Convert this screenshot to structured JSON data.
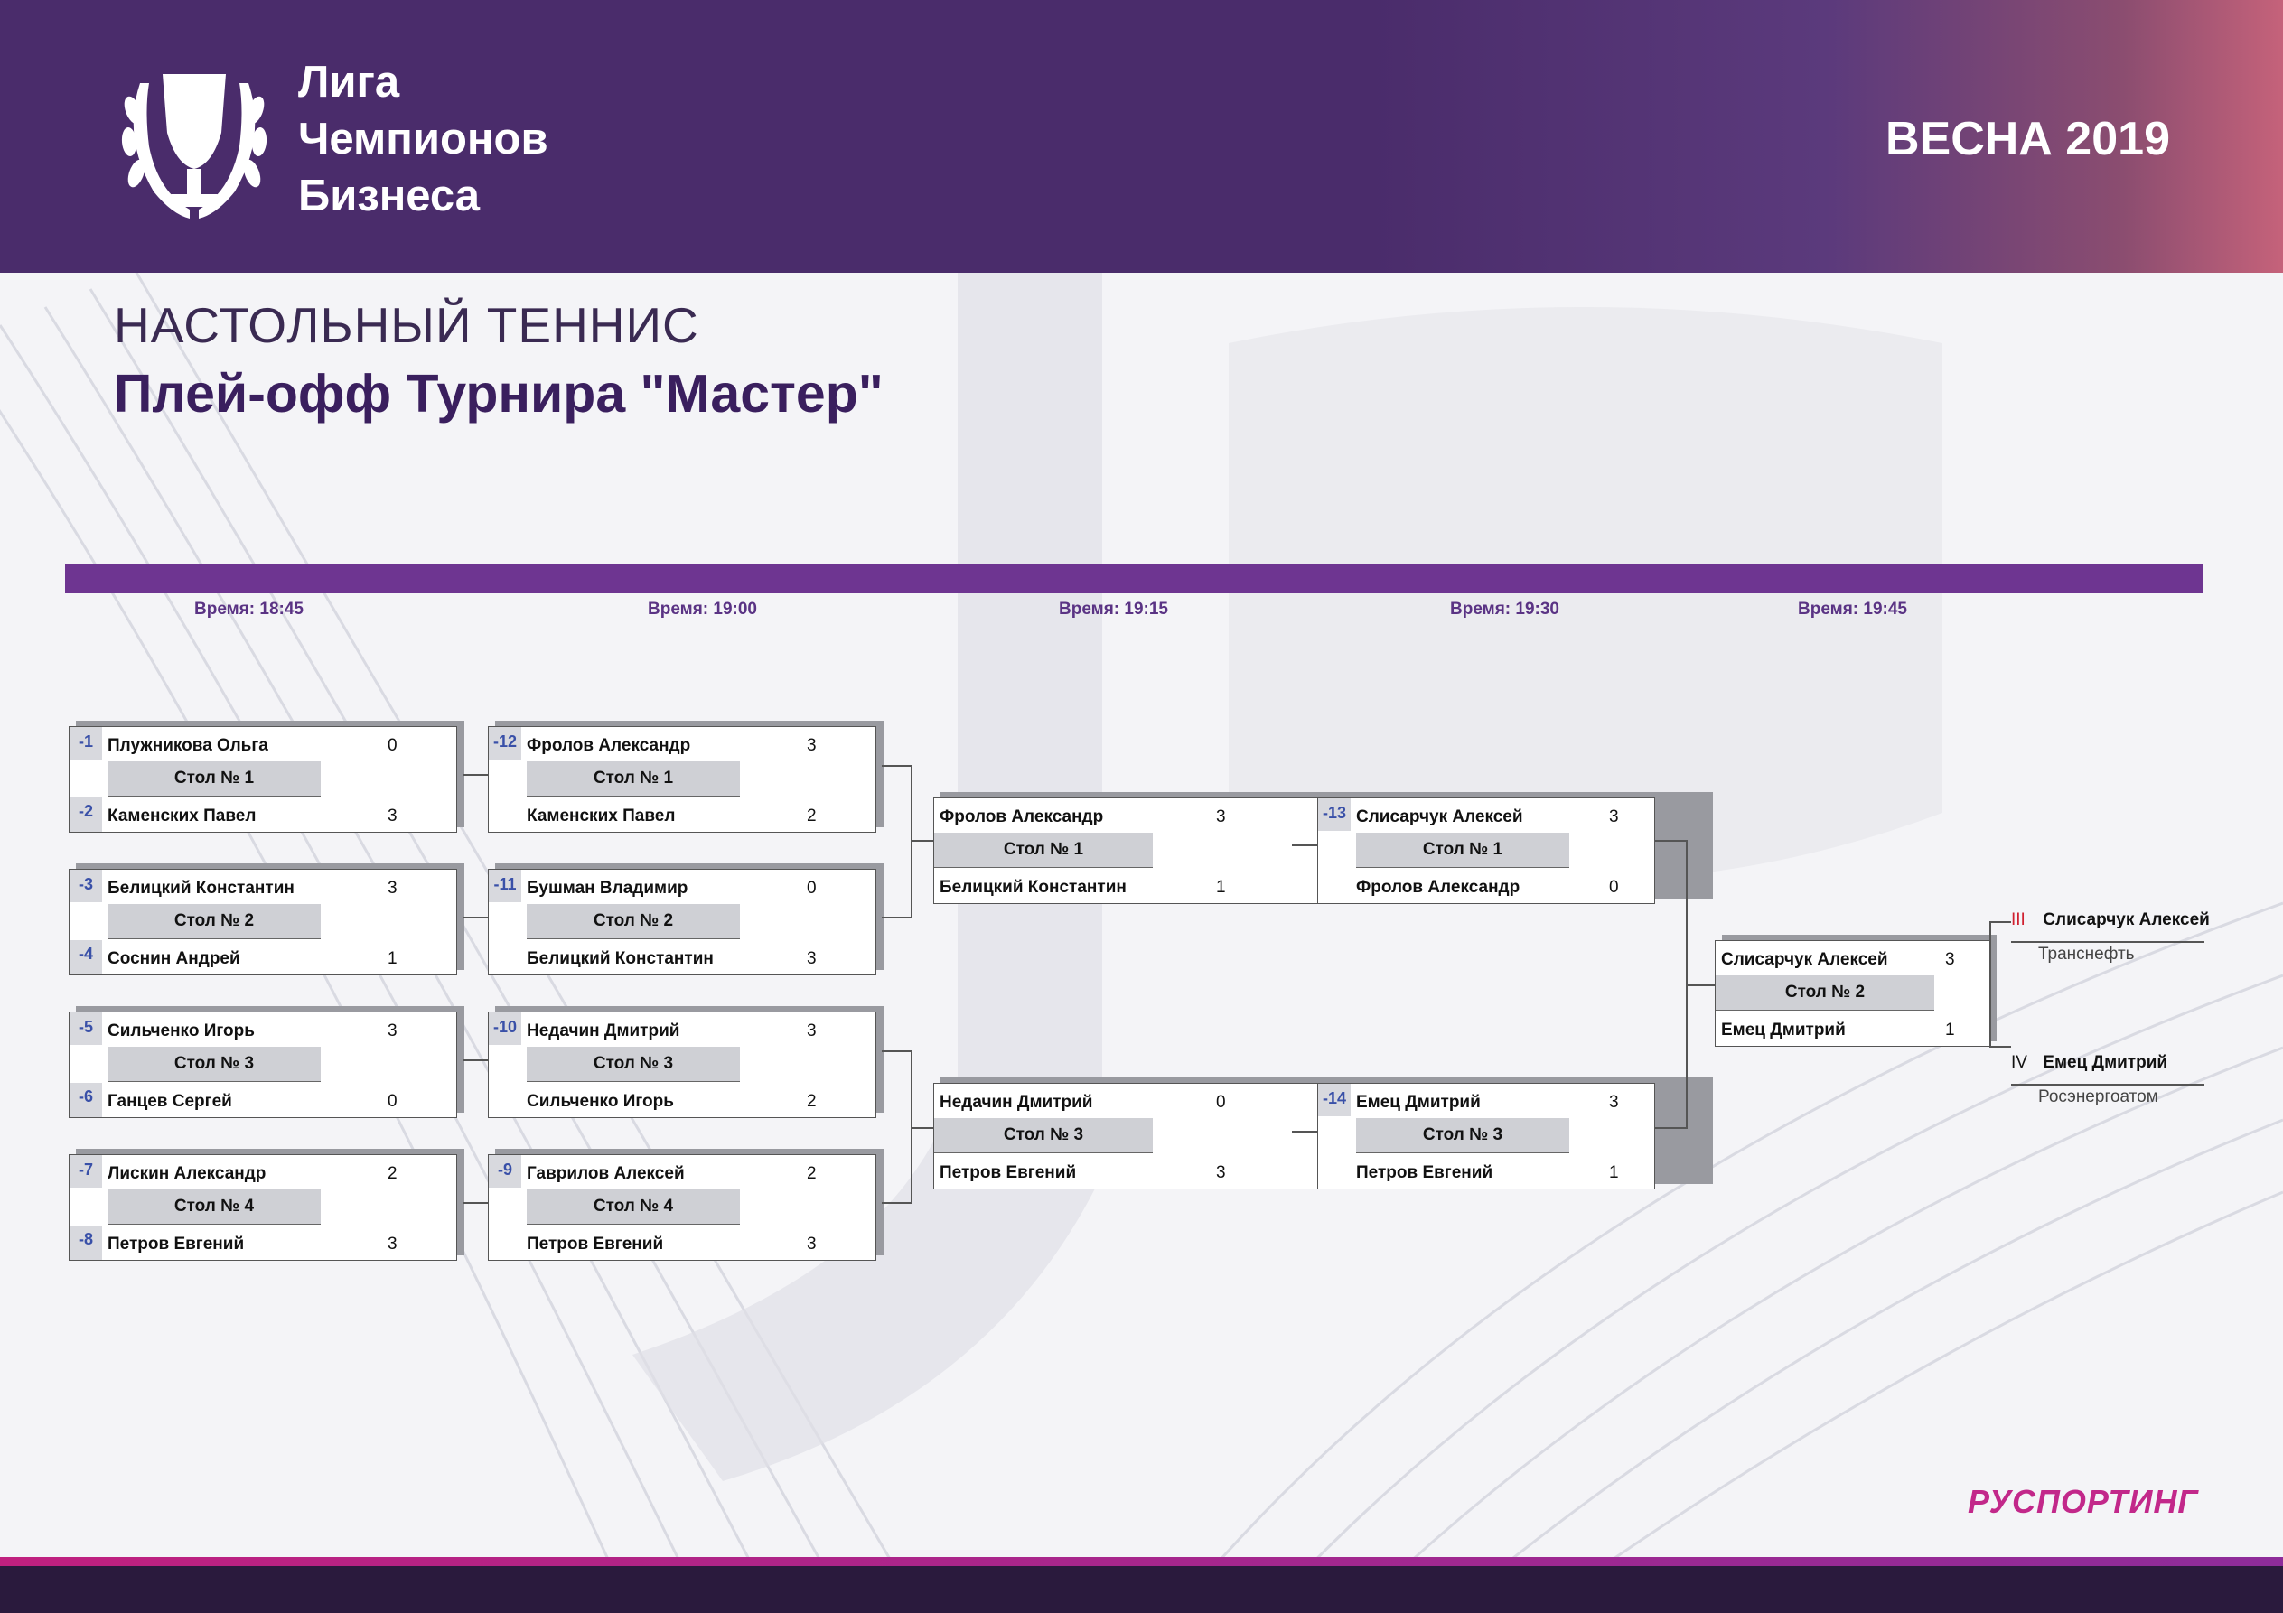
{
  "colors": {
    "header": "#4a2c6b",
    "accent": "#6e3591",
    "brand": "#c2288a",
    "seed": "#3950a8"
  },
  "header": {
    "league_lines": [
      "Лига",
      "Чемпионов",
      "Бизнеса"
    ],
    "season": "ВЕСНА 2019",
    "logo_icon": "trophy-laurel-icon"
  },
  "sport": "НАСТОЛЬНЫЙ ТЕННИС",
  "title": "Плей-офф Турнира \"Мастер\"",
  "times": [
    "Время: 18:45",
    "Время: 19:00",
    "Время: 19:15",
    "Время: 19:30",
    "Время: 19:45"
  ],
  "rounds": [
    [
      {
        "s1": "-1",
        "p1": "Плужникова Ольга",
        "sc1": "0",
        "table": "Стол № 1",
        "s2": "-2",
        "p2": "Каменских Павел",
        "sc2": "3"
      },
      {
        "s1": "-3",
        "p1": "Белицкий Константин",
        "sc1": "3",
        "table": "Стол № 2",
        "s2": "-4",
        "p2": "Соснин Андрей",
        "sc2": "1"
      },
      {
        "s1": "-5",
        "p1": "Сильченко Игорь",
        "sc1": "3",
        "table": "Стол № 3",
        "s2": "-6",
        "p2": "Ганцев Сергей",
        "sc2": "0"
      },
      {
        "s1": "-7",
        "p1": "Лискин Александр",
        "sc1": "2",
        "table": "Стол № 4",
        "s2": "-8",
        "p2": "Петров Евгений",
        "sc2": "3"
      }
    ],
    [
      {
        "s1": "-12",
        "p1": "Фролов Александр",
        "sc1": "3",
        "table": "Стол № 1",
        "s2": "",
        "p2": "Каменских Павел",
        "sc2": "2"
      },
      {
        "s1": "-11",
        "p1": "Бушман Владимир",
        "sc1": "0",
        "table": "Стол № 2",
        "s2": "",
        "p2": "Белицкий Константин",
        "sc2": "3"
      },
      {
        "s1": "-10",
        "p1": "Недачин Дмитрий",
        "sc1": "3",
        "table": "Стол № 3",
        "s2": "",
        "p2": "Сильченко Игорь",
        "sc2": "2"
      },
      {
        "s1": "-9",
        "p1": "Гаврилов Алексей",
        "sc1": "2",
        "table": "Стол № 4",
        "s2": "",
        "p2": "Петров Евгений",
        "sc2": "3"
      }
    ],
    [
      {
        "p1": "Фролов Александр",
        "sc1": "3",
        "table": "Стол № 1",
        "p2": "Белицкий Константин",
        "sc2": "1"
      },
      {
        "p1": "Недачин Дмитрий",
        "sc1": "0",
        "table": "Стол № 3",
        "p2": "Петров Евгений",
        "sc2": "3"
      }
    ],
    [
      {
        "s1": "-13",
        "p1": "Слисарчук Алексей",
        "sc1": "3",
        "table": "Стол № 1",
        "p2": "Фролов Александр",
        "sc2": "0"
      },
      {
        "s1": "-14",
        "p1": "Емец Дмитрий",
        "sc1": "3",
        "table": "Стол № 3",
        "p2": "Петров Евгений",
        "sc2": "1"
      }
    ],
    [
      {
        "p1": "Слисарчук Алексей",
        "sc1": "3",
        "table": "Стол № 2",
        "p2": "Емец Дмитрий",
        "sc2": "1"
      }
    ]
  ],
  "places": [
    {
      "rank": "III",
      "name": "Слисарчук Алексей",
      "org": "Транснефть"
    },
    {
      "rank": "IV",
      "name": "Емец Дмитрий",
      "org": "Росэнергоатом"
    }
  ],
  "brand": "РУСПОРТИНГ"
}
